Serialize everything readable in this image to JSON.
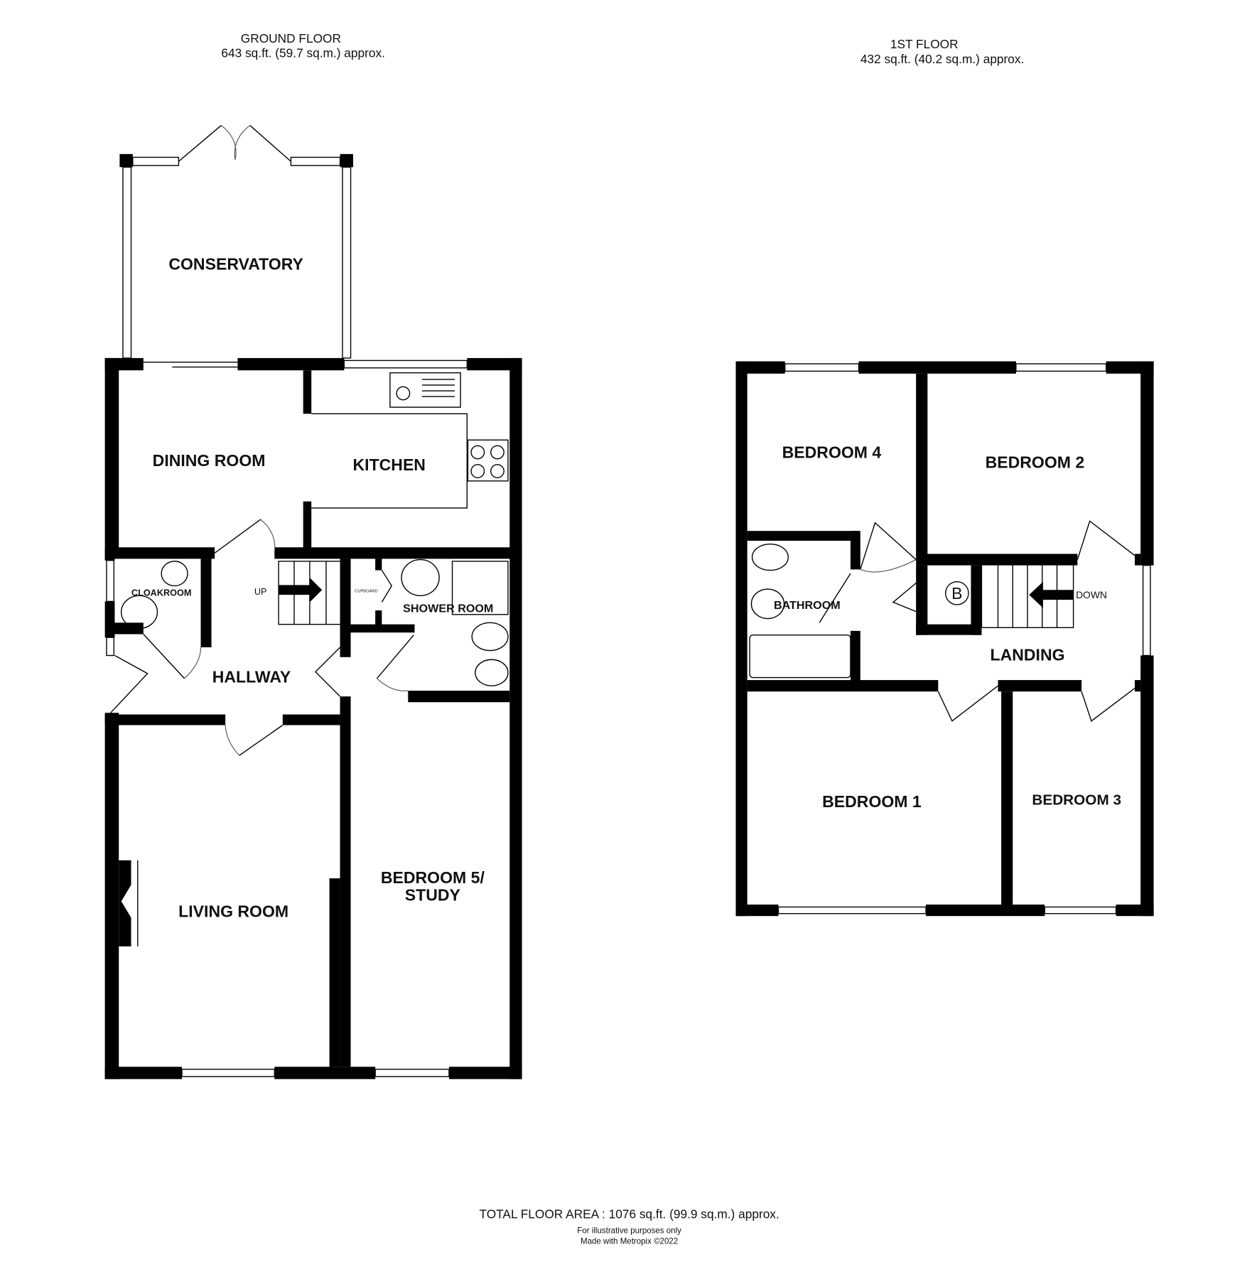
{
  "ground_floor": {
    "title": "GROUND FLOOR",
    "area": "643 sq.ft. (59.7 sq.m.) approx.",
    "rooms": {
      "conservatory": "CONSERVATORY",
      "dining_room": "DINING ROOM",
      "kitchen": "KITCHEN",
      "cloakroom": "CLOAKROOM",
      "up": "UP",
      "cupboard": "CUPBOARD",
      "shower_room": "SHOWER ROOM",
      "hallway": "HALLWAY",
      "living_room": "LIVING ROOM",
      "bedroom5_line1": "BEDROOM 5/",
      "bedroom5_line2": "STUDY"
    }
  },
  "first_floor": {
    "title": "1ST FLOOR",
    "area": "432 sq.ft. (40.2 sq.m.) approx.",
    "rooms": {
      "bedroom4": "BEDROOM 4",
      "bedroom2": "BEDROOM 2",
      "bathroom": "BATHROOM",
      "boiler": "B",
      "down": "DOWN",
      "landing": "LANDING",
      "bedroom1": "BEDROOM 1",
      "bedroom3": "BEDROOM 3"
    }
  },
  "footer": {
    "total": "TOTAL FLOOR AREA : 1076 sq.ft. (99.9 sq.m.) approx.",
    "note1": "For illustrative purposes only",
    "note2": "Made with Metropix ©2022"
  }
}
